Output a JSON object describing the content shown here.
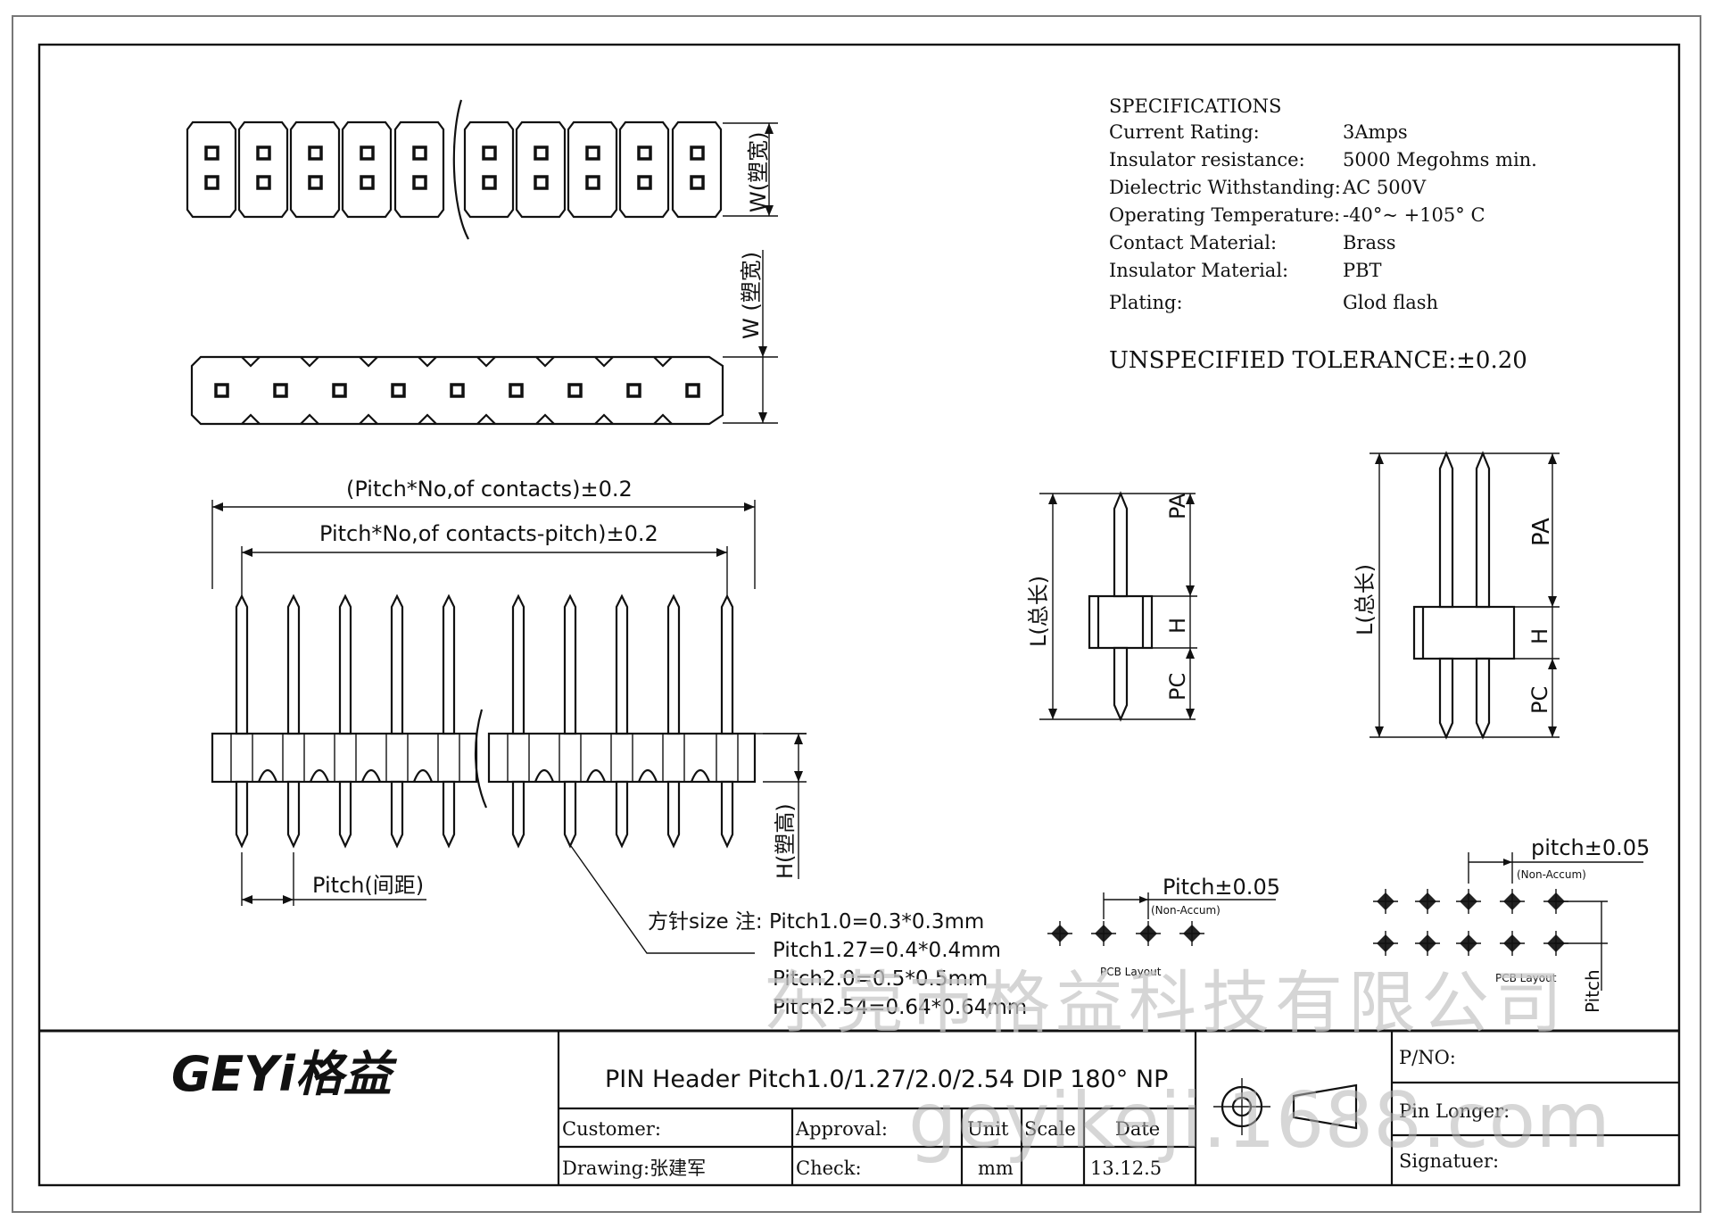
{
  "specs": {
    "title": "SPECIFICATIONS",
    "rows": [
      {
        "label": "Current Rating:",
        "value": "3Amps"
      },
      {
        "label": "Insulator resistance:",
        "value": "5000 Megohms min."
      },
      {
        "label": "Dielectric Withstanding:",
        "value": "AC 500V"
      },
      {
        "label": "Operating Temperature:",
        "value": "-40°~ +105° C"
      },
      {
        "label": "Contact Material:",
        "value": "Brass"
      },
      {
        "label": "Insulator Material:",
        "value": "PBT"
      },
      {
        "label": "Plating:",
        "value": "Glod flash"
      }
    ],
    "tolerance": "UNSPECIFIED TOLERANCE:±0.20"
  },
  "dims": {
    "w_width_top": "W(塑宽)",
    "w_width_single": "W (塑宽)",
    "overall_length": "(Pitch*No,of contacts)±0.2",
    "inner_length": "Pitch*No,of contacts-pitch)±0.2",
    "pitch_label": "Pitch(间距)",
    "h_height": "H(塑高)",
    "pin_size_title": "方针size 注: Pitch1.0=0.3*0.3mm",
    "pin_size_lines": [
      "Pitch1.27=0.4*0.4mm",
      "Pitch2.0=0.5*0.5mm",
      "Pitch2.54=0.64*0.64mm"
    ]
  },
  "side_single": {
    "length": "L(总长)",
    "pa": "PA",
    "h": "H",
    "pc": "PC"
  },
  "side_double": {
    "length": "L(总长)",
    "pa": "PA",
    "h": "H",
    "pc": "PC"
  },
  "pcb_single": {
    "pitch": "Pitch±0.05",
    "note": "(Non-Accum)",
    "caption": "PCB Layout"
  },
  "pcb_double": {
    "pitch": "pitch±0.05",
    "note": "(Non-Accum)",
    "caption": "PCB Layout",
    "side": "Pitch"
  },
  "watermark": {
    "company": "东莞市格益科技有限公司",
    "site": "geyikeji.1688.com"
  },
  "title_block": {
    "logo": "GEYi格益",
    "title": "PIN Header Pitch1.0/1.27/2.0/2.54 DIP 180° NP",
    "customer": "Customer:",
    "approval": "Approval:",
    "unit_label": "Unit",
    "scale_label": "Scale",
    "date_label": "Date",
    "drawing": "Drawing:张建军",
    "check": "Check:",
    "unit": "mm",
    "date": "13.12.5",
    "pno": "P/NO:",
    "pin_longer": "Pin Longer:",
    "signature": "Signatuer:"
  }
}
